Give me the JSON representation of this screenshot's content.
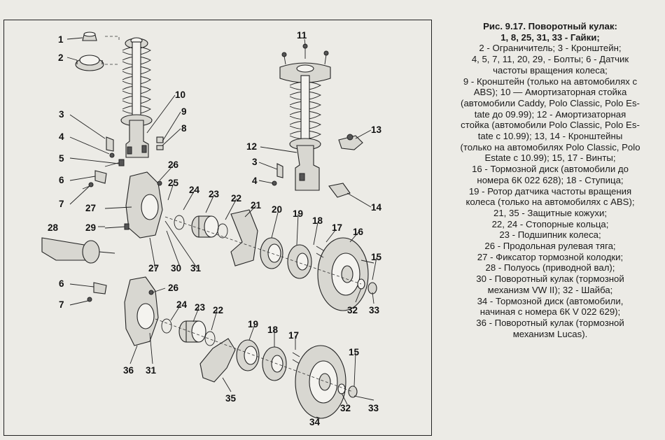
{
  "callouts": [
    "1",
    "2",
    "3",
    "4",
    "5",
    "6",
    "7",
    "8",
    "9",
    "10",
    "11",
    "12",
    "13",
    "14",
    "15",
    "16",
    "17",
    "18",
    "19",
    "20",
    "21",
    "22",
    "23",
    "24",
    "25",
    "26",
    "27",
    "28",
    "29",
    "30",
    "31",
    "32",
    "33",
    "34",
    "35",
    "36"
  ],
  "caption": {
    "title": "Рис. 9.17. Поворотный кулак:",
    "lines": [
      "1, 8, 25, 31, 33 - Гайки;",
      "2 - Ограничитель; 3 - Кронштейн;",
      "4, 5, 7, 11, 20, 29,  - Болты; 6 - Датчик",
      "частоты вращения колеса;",
      "9 - Кронштейн (только на автомобилях с",
      "ABS); 10 — Амортизаторная стойка",
      "(автомобили Caddy, Polo Classic, Polo Es-",
      "tate до 09.99); 12 - Амортизаторная",
      "стойка (автомобили Polo Classic, Polo Es-",
      "tate с 10.99); 13, 14 - Кронштейны",
      "(только на автомобилях Polo Classic, Polo",
      "Estate с 10.99); 15, 17 - Винты;",
      "16 - Тормозной диск (автомобили до",
      "номера 6К 022 628); 18 - Ступица;",
      "19 - Ротор датчика частоты вращения",
      "колеса (только на автомобилях с ABS);",
      "21, 35 - Защитные кожухи;",
      "22, 24 - Стопорные кольца;",
      "23 - Подшипник колеса;",
      "26 - Продольная рулевая тяга;",
      "27 - Фиксатор тормозной колодки;",
      "28 - Полуось (приводной вал);",
      "30 - Поворотный кулак (тормозной",
      "механизм VW II); 32 - Шайба;",
      "34 - Тормозной диск (автомобили,",
      "начиная с номера 6К V 022 629);",
      "36 - Поворотный кулак (тормозной",
      "механизм Lucas)."
    ]
  }
}
